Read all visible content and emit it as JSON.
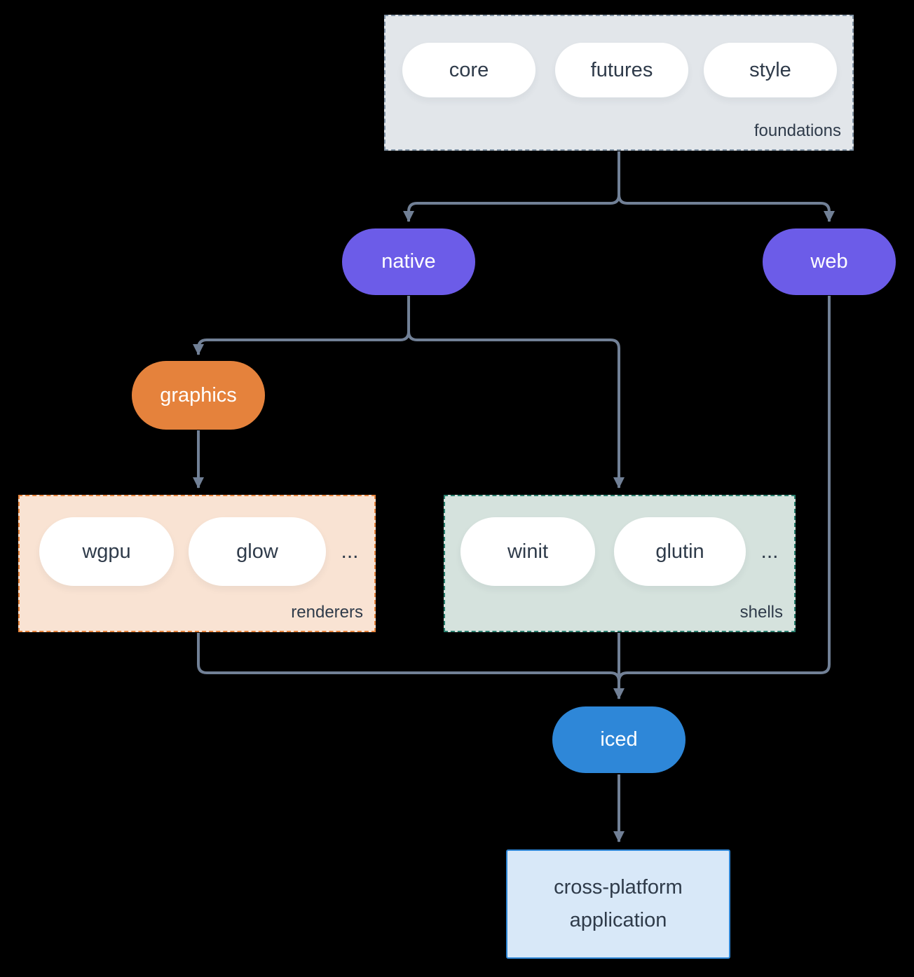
{
  "groups": {
    "foundations": {
      "label": "foundations",
      "pills": [
        "core",
        "futures",
        "style"
      ]
    },
    "renderers": {
      "label": "renderers",
      "pills": [
        "wgpu",
        "glow"
      ],
      "ellipsis": "..."
    },
    "shells": {
      "label": "shells",
      "pills": [
        "winit",
        "glutin"
      ],
      "ellipsis": "..."
    }
  },
  "nodes": {
    "native": "native",
    "web": "web",
    "graphics": "graphics",
    "iced": "iced",
    "application": {
      "line1": "cross-platform",
      "line2": "application"
    }
  },
  "colors": {
    "background": "#000000",
    "arrow": "#718096",
    "pill_fill": "#ffffff",
    "text_dark": "#2f3b4a",
    "text_light": "#ffffff",
    "accent_purple": "#6c5ce8",
    "accent_orange": "#e5823c",
    "accent_blue": "#2e87d8",
    "foundations_fill": "#e2e6ea",
    "foundations_border": "#8294a6",
    "renderers_fill": "#f9e3d3",
    "renderers_border": "#e8853d",
    "shells_fill": "#d5e2dd",
    "shells_border": "#2a7f6e",
    "application_fill": "#d8e8f8",
    "application_border": "#2e86d6"
  }
}
